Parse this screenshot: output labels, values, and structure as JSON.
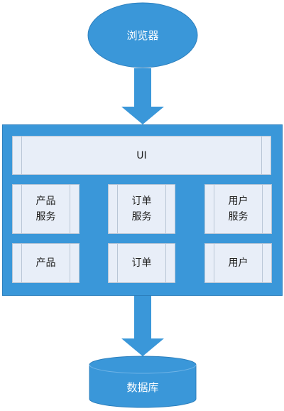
{
  "nodes": {
    "browser": "浏览器",
    "ui": "UI",
    "services": [
      {
        "line1": "产品",
        "line2": "服务"
      },
      {
        "line1": "订单",
        "line2": "服务"
      },
      {
        "line1": "用户",
        "line2": "服务"
      }
    ],
    "modules": [
      "产品",
      "订单",
      "用户"
    ],
    "database": "数据库"
  },
  "colors": {
    "node_fill": "#3a97d9",
    "box_fill": "#e8eef8",
    "box_border": "#b9c6d6"
  }
}
